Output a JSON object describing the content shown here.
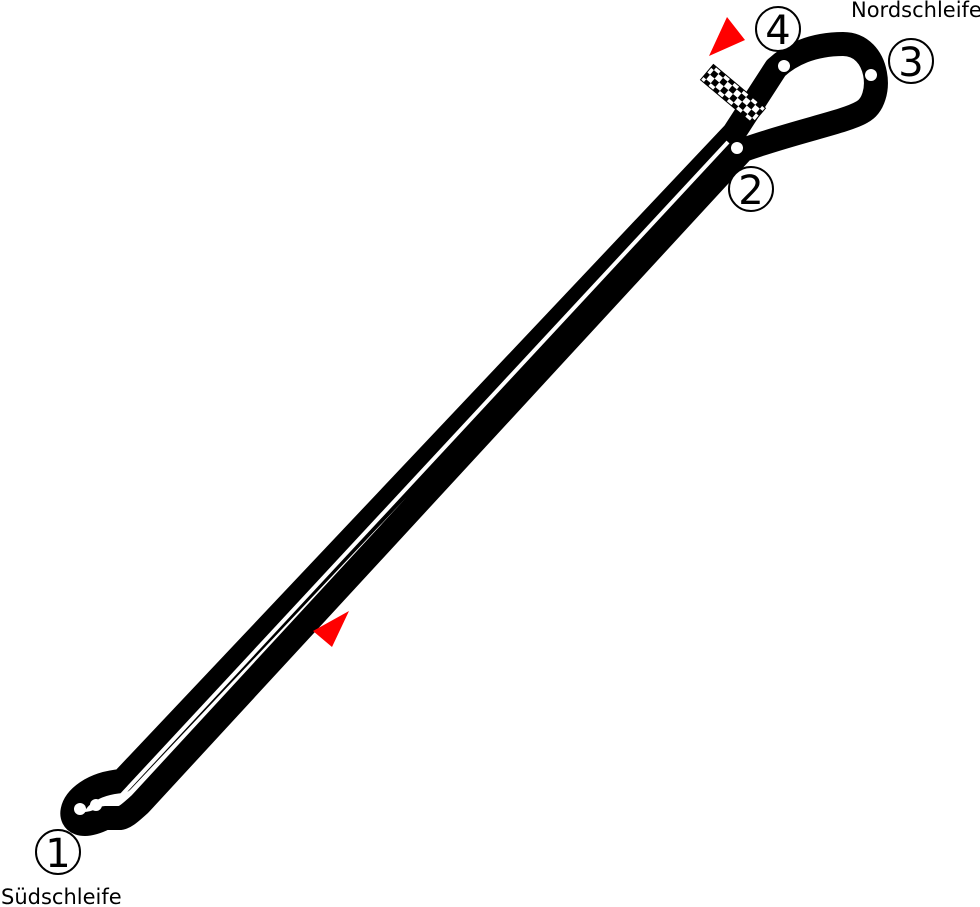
{
  "map": {
    "labels": {
      "north": "Nordschleife",
      "south": "Südschleife"
    },
    "corners": [
      {
        "number": "1"
      },
      {
        "number": "2"
      },
      {
        "number": "3"
      },
      {
        "number": "4"
      }
    ],
    "colors": {
      "track": "#000000",
      "track_gap": "#ffffff",
      "direction_arrow": "#ff0000",
      "finish_line_dark": "#000000",
      "finish_line_light": "#ffffff"
    },
    "icons": {
      "finish": "checkered-flag",
      "direction": "direction-arrow"
    }
  }
}
